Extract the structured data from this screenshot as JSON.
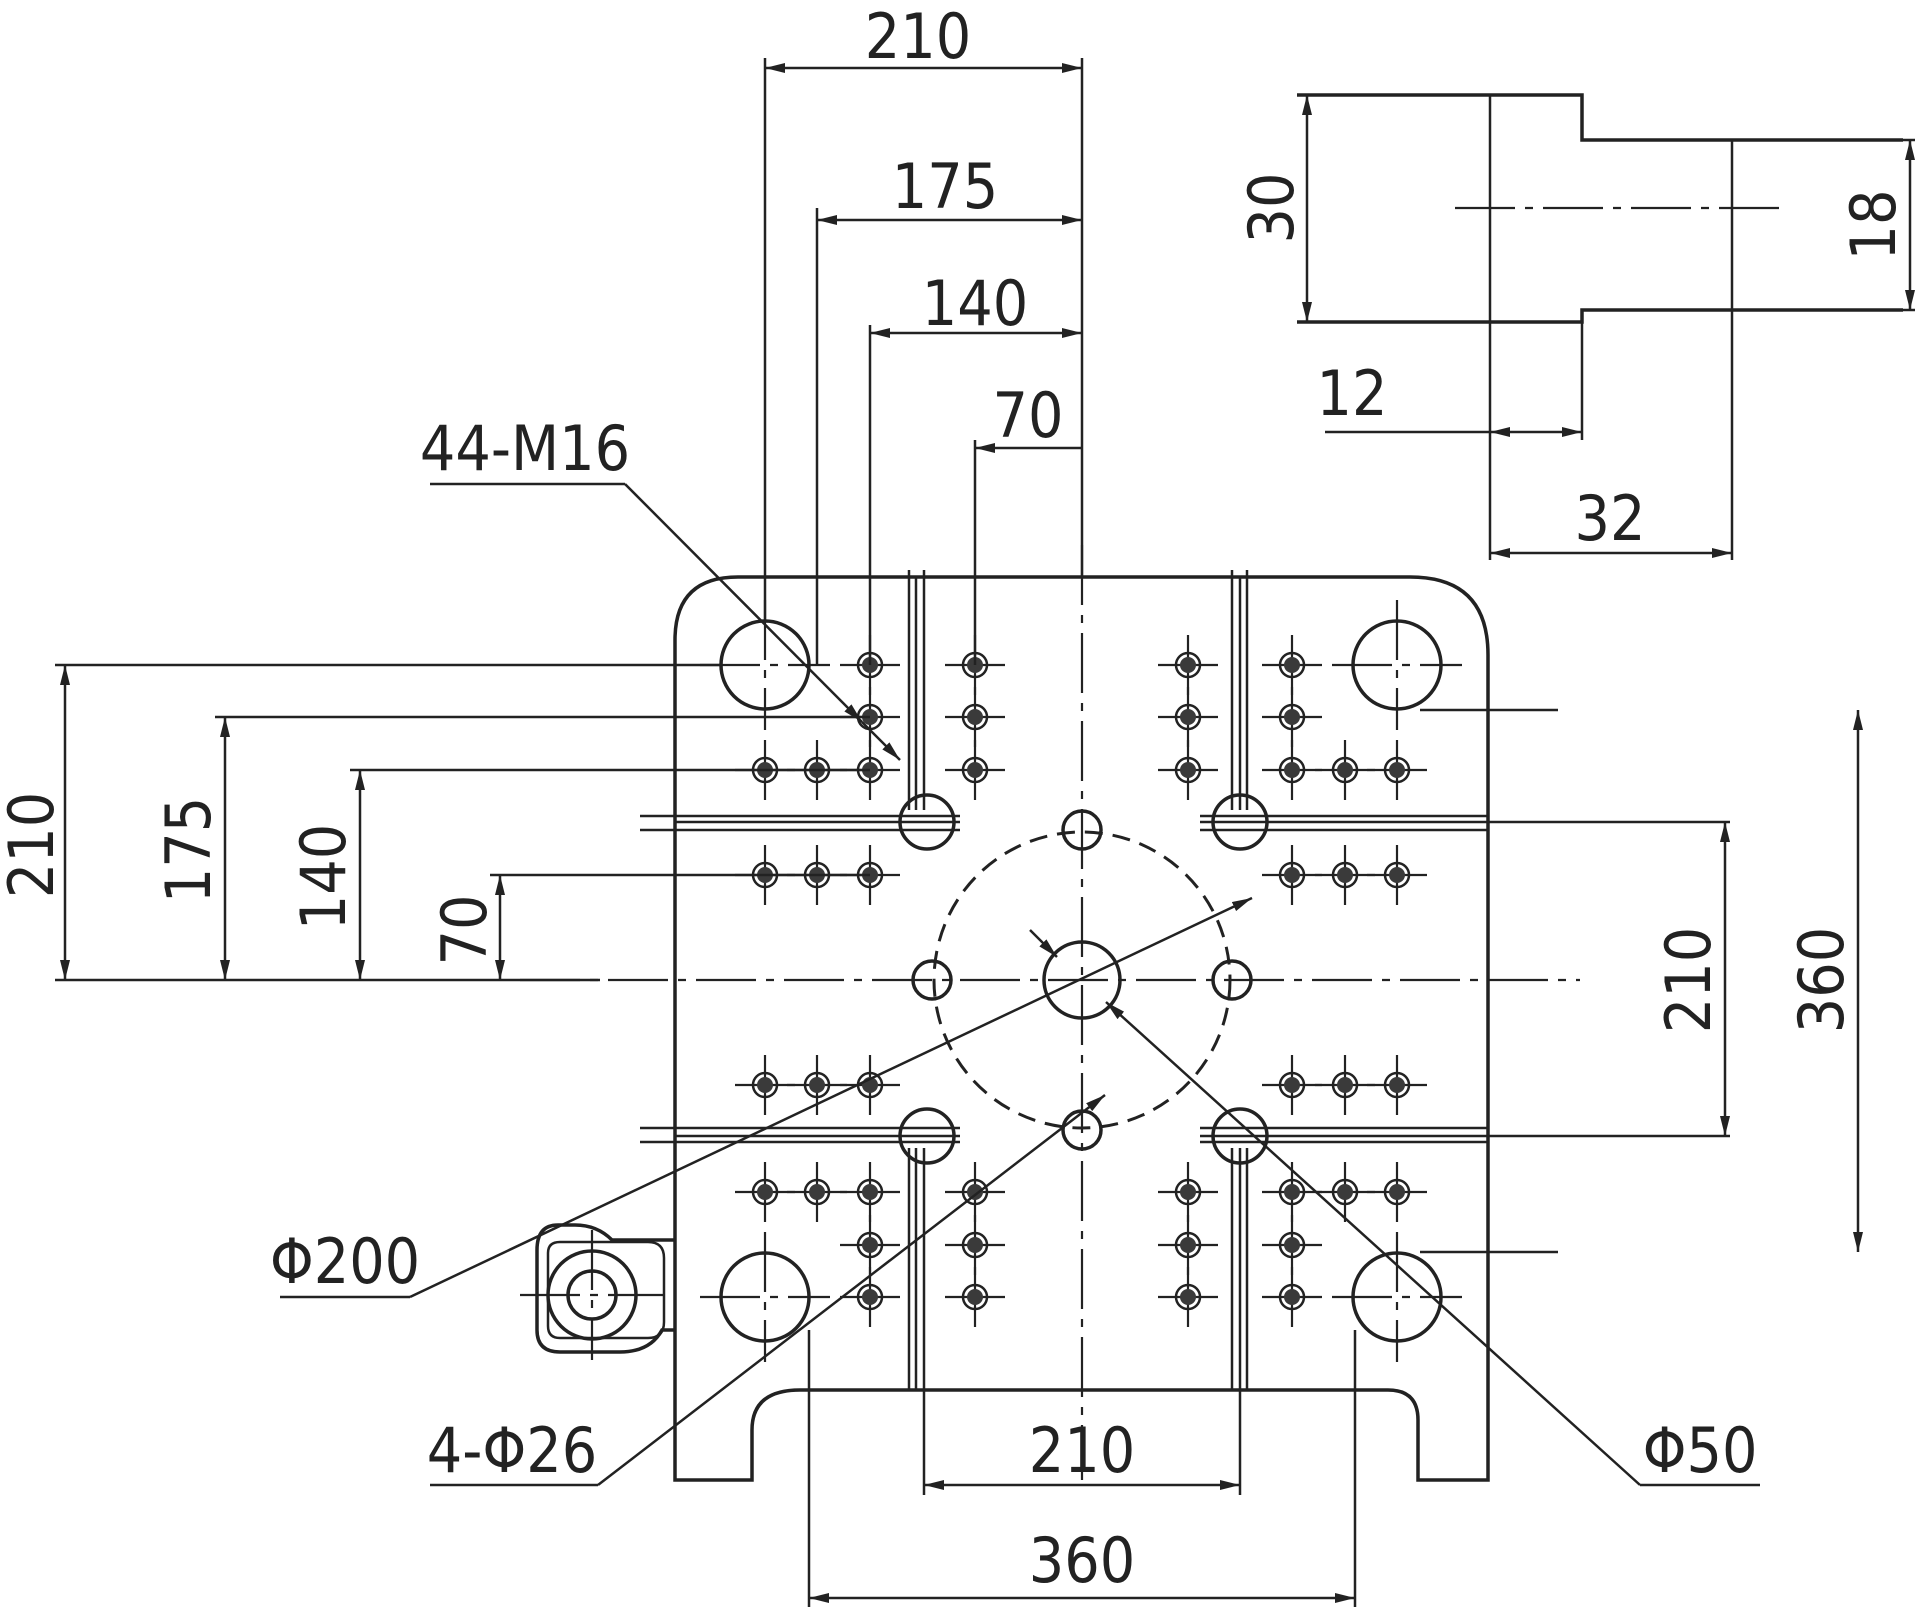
{
  "drawing": {
    "dims": {
      "top_210": "210",
      "top_175": "175",
      "top_140": "140",
      "top_70": "70",
      "left_210": "210",
      "left_175": "175",
      "left_140": "140",
      "left_70": "70",
      "right_210": "210",
      "right_360": "360",
      "bottom_210": "210",
      "bottom_360": "360",
      "slot_30": "30",
      "slot_18": "18",
      "slot_12": "12",
      "slot_32": "32"
    },
    "callouts": {
      "threaded_holes": "44-M16",
      "ring_diameter": "Φ200",
      "small_holes": "4-Φ26",
      "center_hole": "Φ50"
    }
  }
}
